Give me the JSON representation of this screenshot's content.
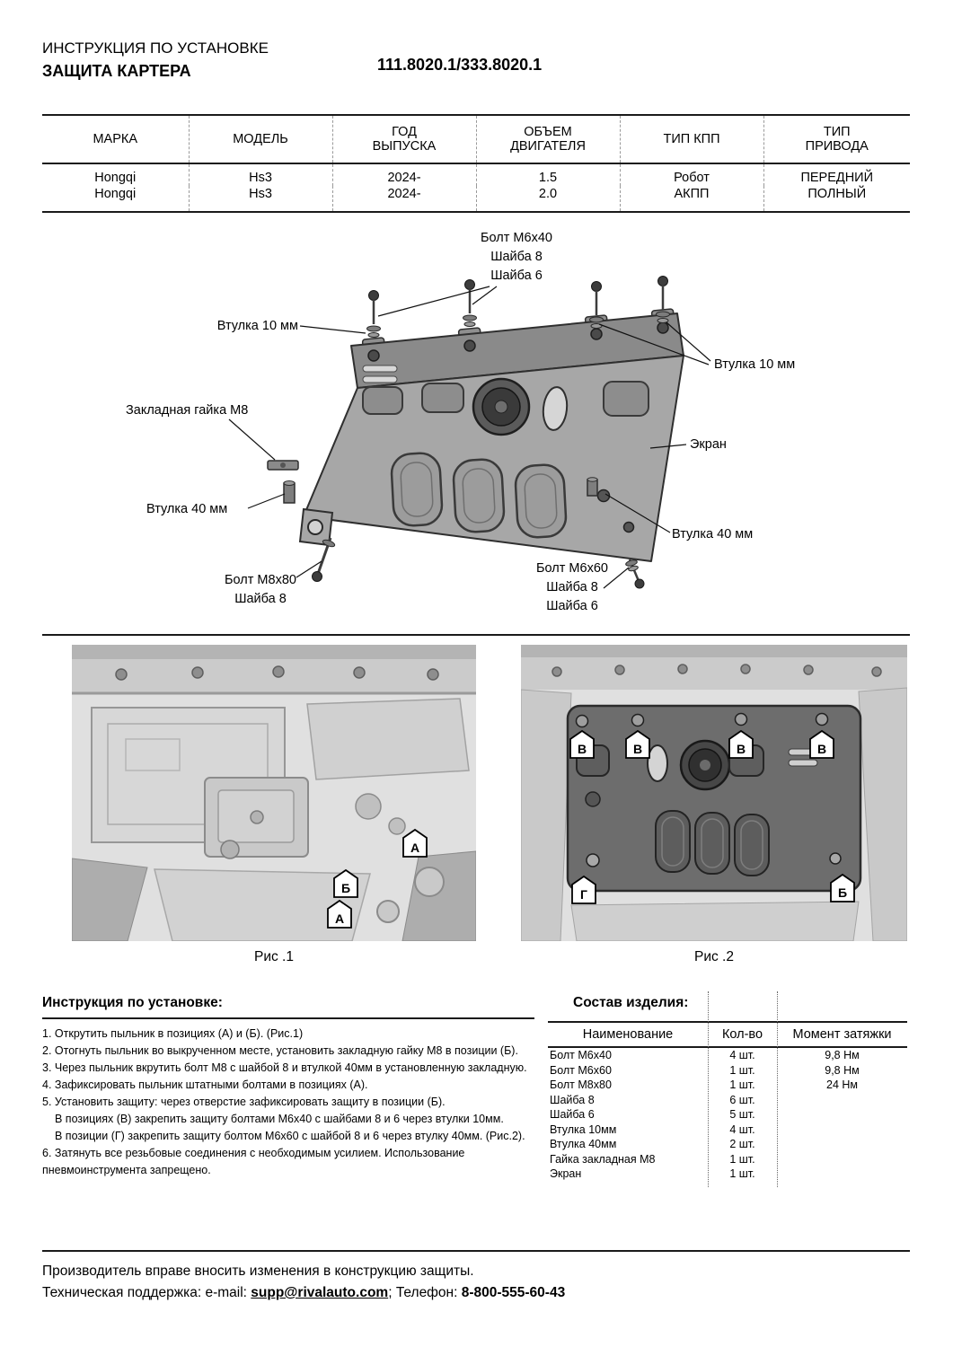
{
  "header": {
    "title_line1": "ИНСТРУКЦИЯ ПО УСТАНОВКЕ",
    "title_line2": "ЗАЩИТА КАРТЕРА",
    "part_numbers": "111.8020.1/333.8020.1"
  },
  "vehicle_table": {
    "headers": [
      "МАРКА",
      "МОДЕЛЬ",
      "ГОД ВЫПУСКА",
      "ОБЪЕМ ДВИГАТЕЛЯ",
      "ТИП КПП",
      "ТИП ПРИВОДА"
    ],
    "rows": [
      [
        "Hongqi",
        "Hs3",
        "2024-",
        "1.5",
        "Робот",
        "ПЕРЕДНИЙ"
      ],
      [
        "Hongqi",
        "Hs3",
        "2024-",
        "2.0",
        "АКПП",
        "ПОЛНЫЙ"
      ]
    ]
  },
  "diagram": {
    "callouts": {
      "top_bolt_line1": "Болт М6х40",
      "top_bolt_line2": "Шайба 8",
      "top_bolt_line3": "Шайба 6",
      "sleeve10_left": "Втулка 10 мм",
      "sleeve10_right": "Втулка 10 мм",
      "embedded_nut": "Закладная гайка М8",
      "screen": "Экран",
      "sleeve40_left": "Втулка 40 мм",
      "sleeve40_right": "Втулка 40 мм",
      "bolt_m8x80_line1": "Болт М8х80",
      "bolt_m8x80_line2": "Шайба 8",
      "bolt_m6x60_line1": "Болт М6х60",
      "bolt_m6x60_line2": "Шайба 8",
      "bolt_m6x60_line3": "Шайба 6"
    }
  },
  "figures": {
    "fig1": {
      "caption": "Рис .1",
      "markers": [
        "А",
        "Б",
        "А"
      ]
    },
    "fig2": {
      "caption": "Рис .2",
      "markers": [
        "В",
        "В",
        "В",
        "В",
        "Г",
        "Б"
      ]
    }
  },
  "instructions": {
    "title": "Инструкция по установке:",
    "steps": [
      "1. Открутить пыльник в позициях (А) и (Б). (Рис.1)",
      "2. Отогнуть пыльник во выкрученном месте, установить закладную гайку М8 в позиции (Б).",
      "3. Через пыльник вкрутить болт М8 с шайбой 8 и втулкой 40мм в установленную закладную.",
      "4. Зафиксировать пыльник штатными болтами в позициях (А).",
      "5. Установить защиту: через отверстие зафиксировать защиту в позиции (Б).",
      "В позициях (В) закрепить защиту болтами М6х40 с шайбами 8 и 6 через втулки 10мм.",
      "В позиции (Г) закрепить защиту болтом М6х60 с шайбой 8 и 6 через втулку 40мм. (Рис.2).",
      "6. Затянуть все резьбовые соединения с необходимым усилием. Использование",
      "пневмоинструмента запрещено."
    ]
  },
  "parts": {
    "title": "Состав изделия:",
    "columns": [
      "Наименование",
      "Кол-во",
      "Момент затяжки"
    ],
    "rows": [
      {
        "name": "Болт М6х40",
        "qty": "4 шт.",
        "torque": "9,8 Нм"
      },
      {
        "name": "Болт М6х60",
        "qty": "1 шт.",
        "torque": "9,8 Нм"
      },
      {
        "name": "Болт М8х80",
        "qty": "1 шт.",
        "torque": "24 Нм"
      },
      {
        "name": "Шайба 8",
        "qty": "6 шт.",
        "torque": ""
      },
      {
        "name": "Шайба 6",
        "qty": "5 шт.",
        "torque": ""
      },
      {
        "name": "Втулка 10мм",
        "qty": "4 шт.",
        "torque": ""
      },
      {
        "name": "Втулка 40мм",
        "qty": "2 шт.",
        "torque": ""
      },
      {
        "name": "Гайка закладная М8",
        "qty": "1 шт.",
        "torque": ""
      },
      {
        "name": "Экран",
        "qty": "1 шт.",
        "torque": ""
      }
    ]
  },
  "footer": {
    "line1": "Производитель вправе вносить изменения в конструкцию защиты.",
    "support_prefix": "Техническая поддержка:  e-mail: ",
    "email": "supp@rivalauto.com",
    "support_middle": "; Телефон: ",
    "phone": "8-800-555-60-43"
  }
}
